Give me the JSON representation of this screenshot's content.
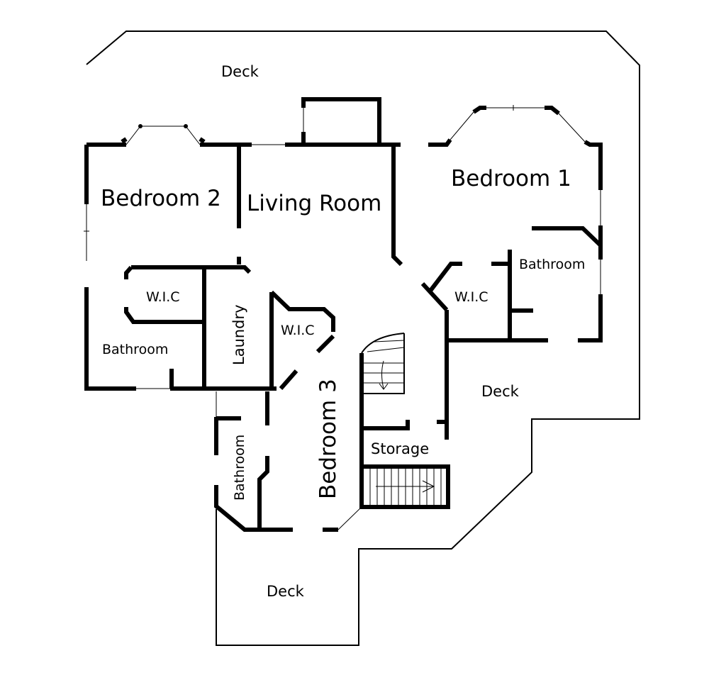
{
  "rooms": {
    "deck_north": "Deck",
    "deck_east": "Deck",
    "deck_south": "Deck",
    "bedroom_1": "Bedroom 1",
    "bedroom_2": "Bedroom 2",
    "bedroom_3": "Bedroom 3",
    "living_room": "Living Room",
    "bathroom_1": "Bathroom",
    "bathroom_2": "Bathroom",
    "bathroom_3": "Bathroom",
    "wic_1": "W.I.C",
    "wic_2": "W.I.C",
    "wic_3": "W.I.C",
    "laundry": "Laundry",
    "storage": "Storage"
  }
}
